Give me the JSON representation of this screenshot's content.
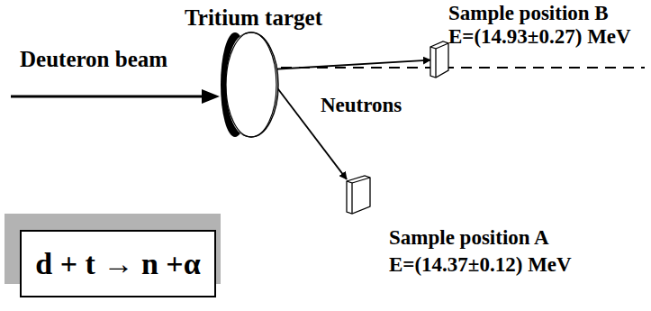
{
  "diagram": {
    "nodes": [
      {
        "text": [
          "Tritium target"
        ]
      },
      {
        "text": [
          "Sample position B",
          "E=(14.93±0.27) MeV"
        ]
      },
      {
        "text": [
          "Sample position A",
          "E=(14.37±0.12) MeV"
        ]
      },
      {
        "text": [
          "d + t → n +α"
        ]
      }
    ],
    "edges": [
      {
        "from": 0,
        "to": 1,
        "arrow": "to"
      },
      {
        "from": 0,
        "to": 2,
        "arrow": "to"
      }
    ],
    "labels": [
      "Deuteron beam",
      "Neutrons"
    ]
  }
}
